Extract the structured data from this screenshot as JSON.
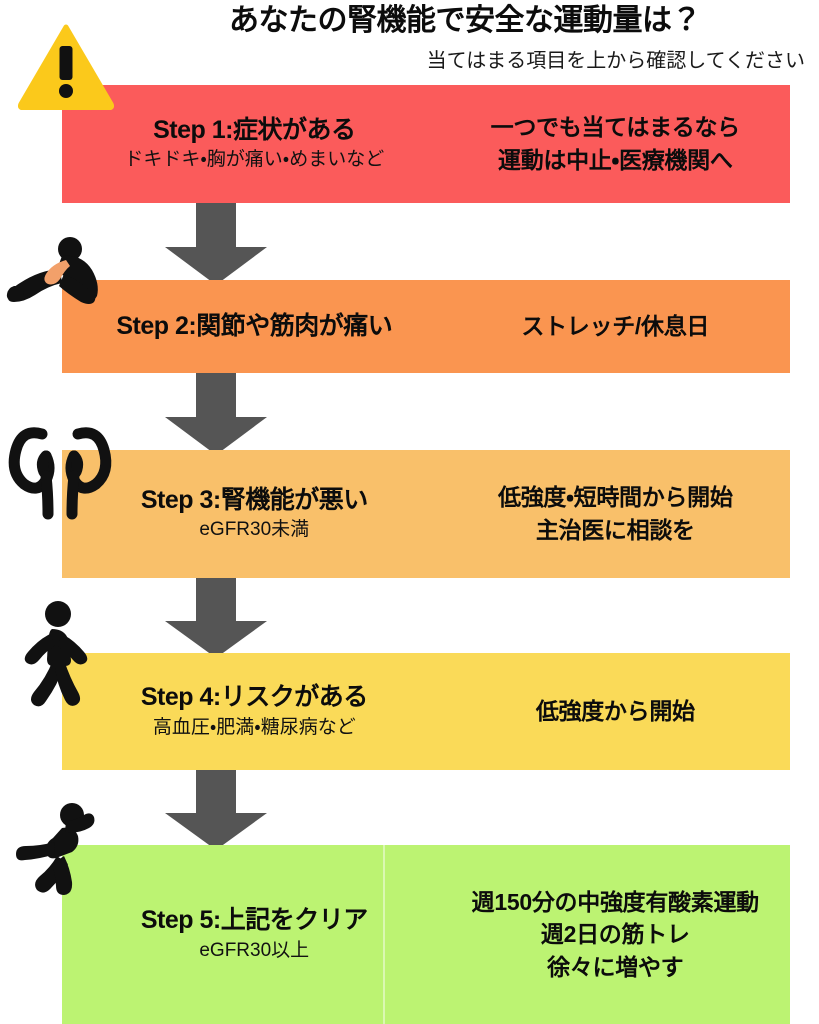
{
  "header": {
    "title": "あなたの腎機能で安全な運動量は？",
    "subtitle": "当てはまる項目を上から確認してください",
    "warning_icon": "warning-triangle-icon"
  },
  "colors": {
    "step1": "#fb5b5b",
    "step2": "#fa9550",
    "step3": "#f9c06a",
    "step4": "#fada58",
    "step5": "#bcf372",
    "arrow": "#555555",
    "warning_fill": "#fbc91b",
    "text": "#0c0c0c"
  },
  "steps": [
    {
      "id": "step-1",
      "title": "Step 1:症状がある",
      "subtitle": "ドキドキ・胸が痛い・めまいなど",
      "action_lines": [
        "一つでも当てはまるなら",
        "運動は中止・医療機関へ"
      ],
      "color": "#fb5b5b",
      "icon": "warning-triangle-icon"
    },
    {
      "id": "step-2",
      "title": "Step 2:関節や筋肉が痛い",
      "subtitle": "",
      "action_lines": [
        "ストレッチ/休息日"
      ],
      "color": "#fa9550",
      "icon": "stretching-person-icon"
    },
    {
      "id": "step-3",
      "title": "Step 3:腎機能が悪い",
      "subtitle": "eGFR30未満",
      "action_lines": [
        "低強度・短時間から開始",
        "主治医に相談を"
      ],
      "color": "#f9c06a",
      "icon": "kidneys-icon"
    },
    {
      "id": "step-4",
      "title": "Step 4:リスクがある",
      "subtitle": "高血圧・肥満・糖尿病など",
      "action_lines": [
        "低強度から開始"
      ],
      "color": "#fada58",
      "icon": "walking-person-icon"
    },
    {
      "id": "step-5",
      "title": "Step 5:上記をクリア",
      "subtitle": "eGFR30以上",
      "action_lines": [
        "週150分の中強度有酸素運動",
        "週2日の筋トレ",
        "徐々に増やす"
      ],
      "color": "#bcf372",
      "icon": "running-person-icon"
    }
  ],
  "connectors": [
    {
      "id": "arrow-1",
      "icon": "down-arrow-icon"
    },
    {
      "id": "arrow-2",
      "icon": "down-arrow-icon"
    },
    {
      "id": "arrow-3",
      "icon": "down-arrow-icon"
    },
    {
      "id": "arrow-4",
      "icon": "down-arrow-icon"
    }
  ]
}
